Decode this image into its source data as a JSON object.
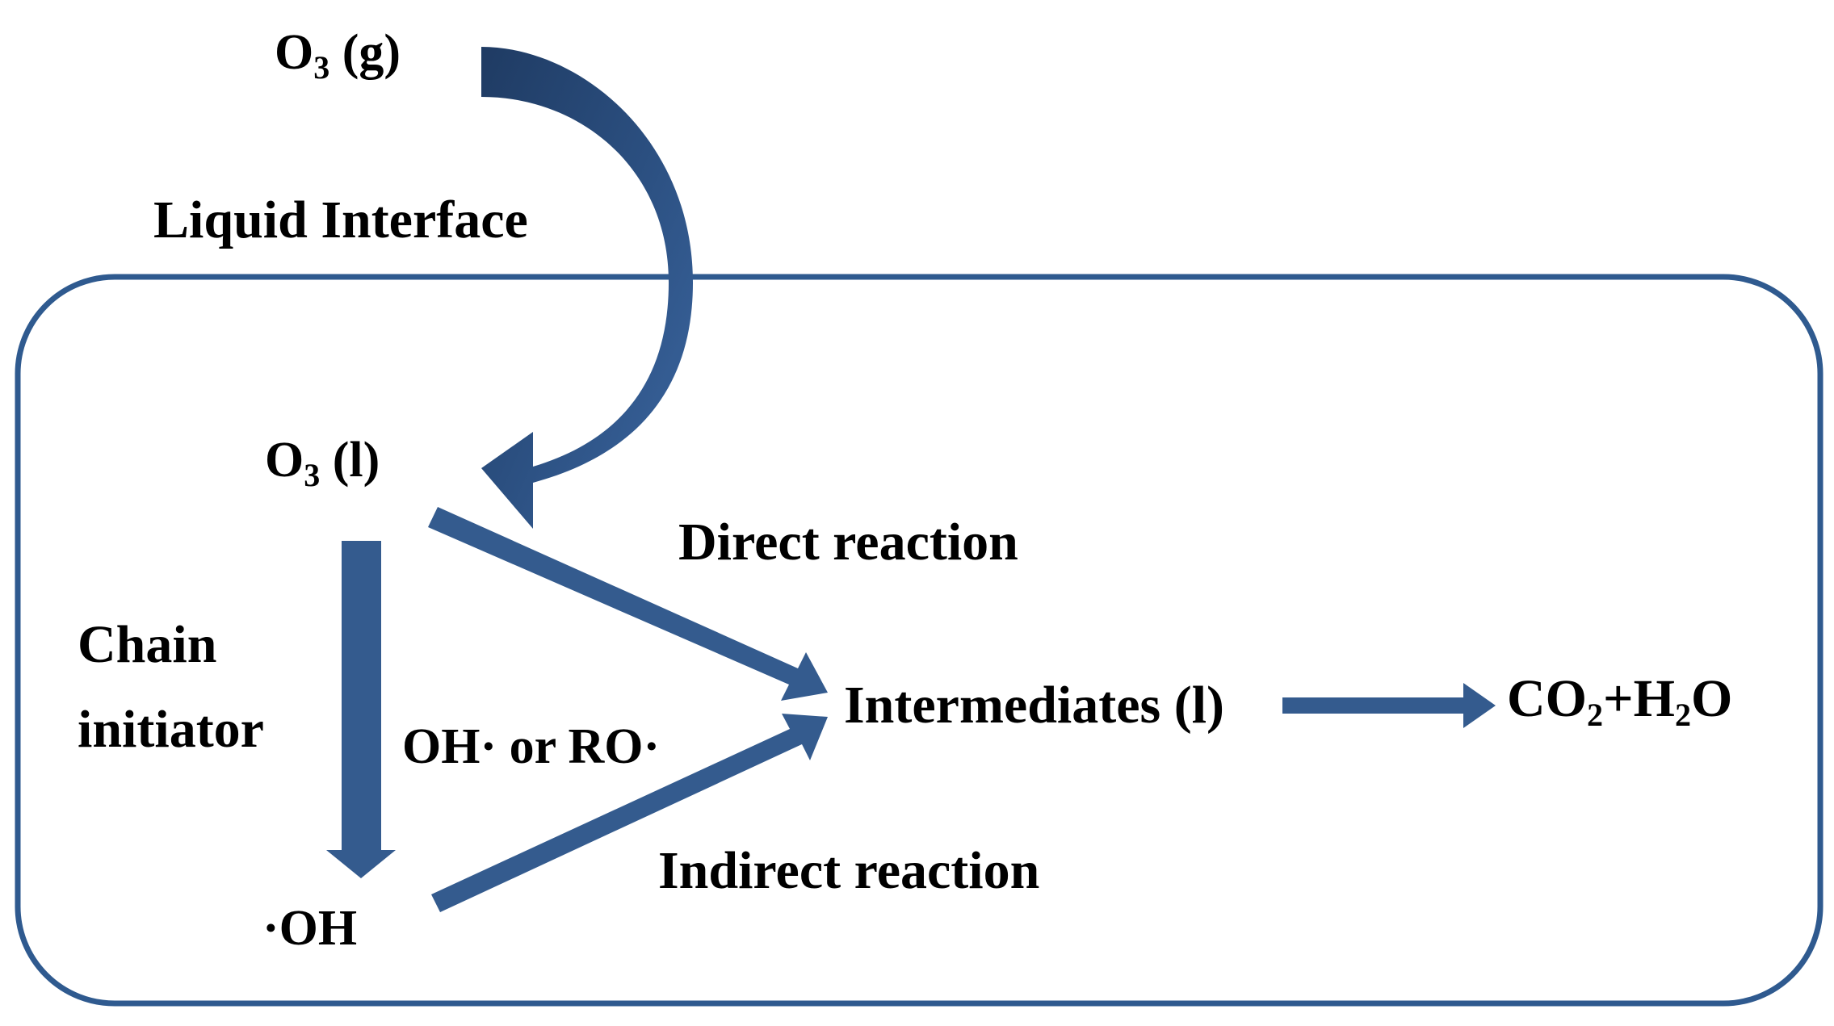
{
  "colors": {
    "arrow": "#345b8e",
    "arrow_dark": "#234270",
    "boundary": "#2f5a8f",
    "text": "#000000"
  },
  "labels": {
    "o3_gas": {
      "main": "O",
      "sub": "3",
      "rest": " (g)"
    },
    "liquid_interface": "Liquid Interface",
    "o3_liquid": {
      "main": "O",
      "sub": "3",
      "rest": " (l)"
    },
    "direct_reaction": "Direct reaction",
    "chain_initiator_line1": "Chain",
    "chain_initiator_line2": "initiator",
    "radicals": "OH· or RO·",
    "intermediates": "Intermediates (l)",
    "products": {
      "p1": "CO",
      "s1": "2",
      "p2": "+H",
      "s2": "2",
      "p3": "O"
    },
    "indirect_reaction": "Indirect reaction",
    "hydroxyl": "·OH"
  }
}
